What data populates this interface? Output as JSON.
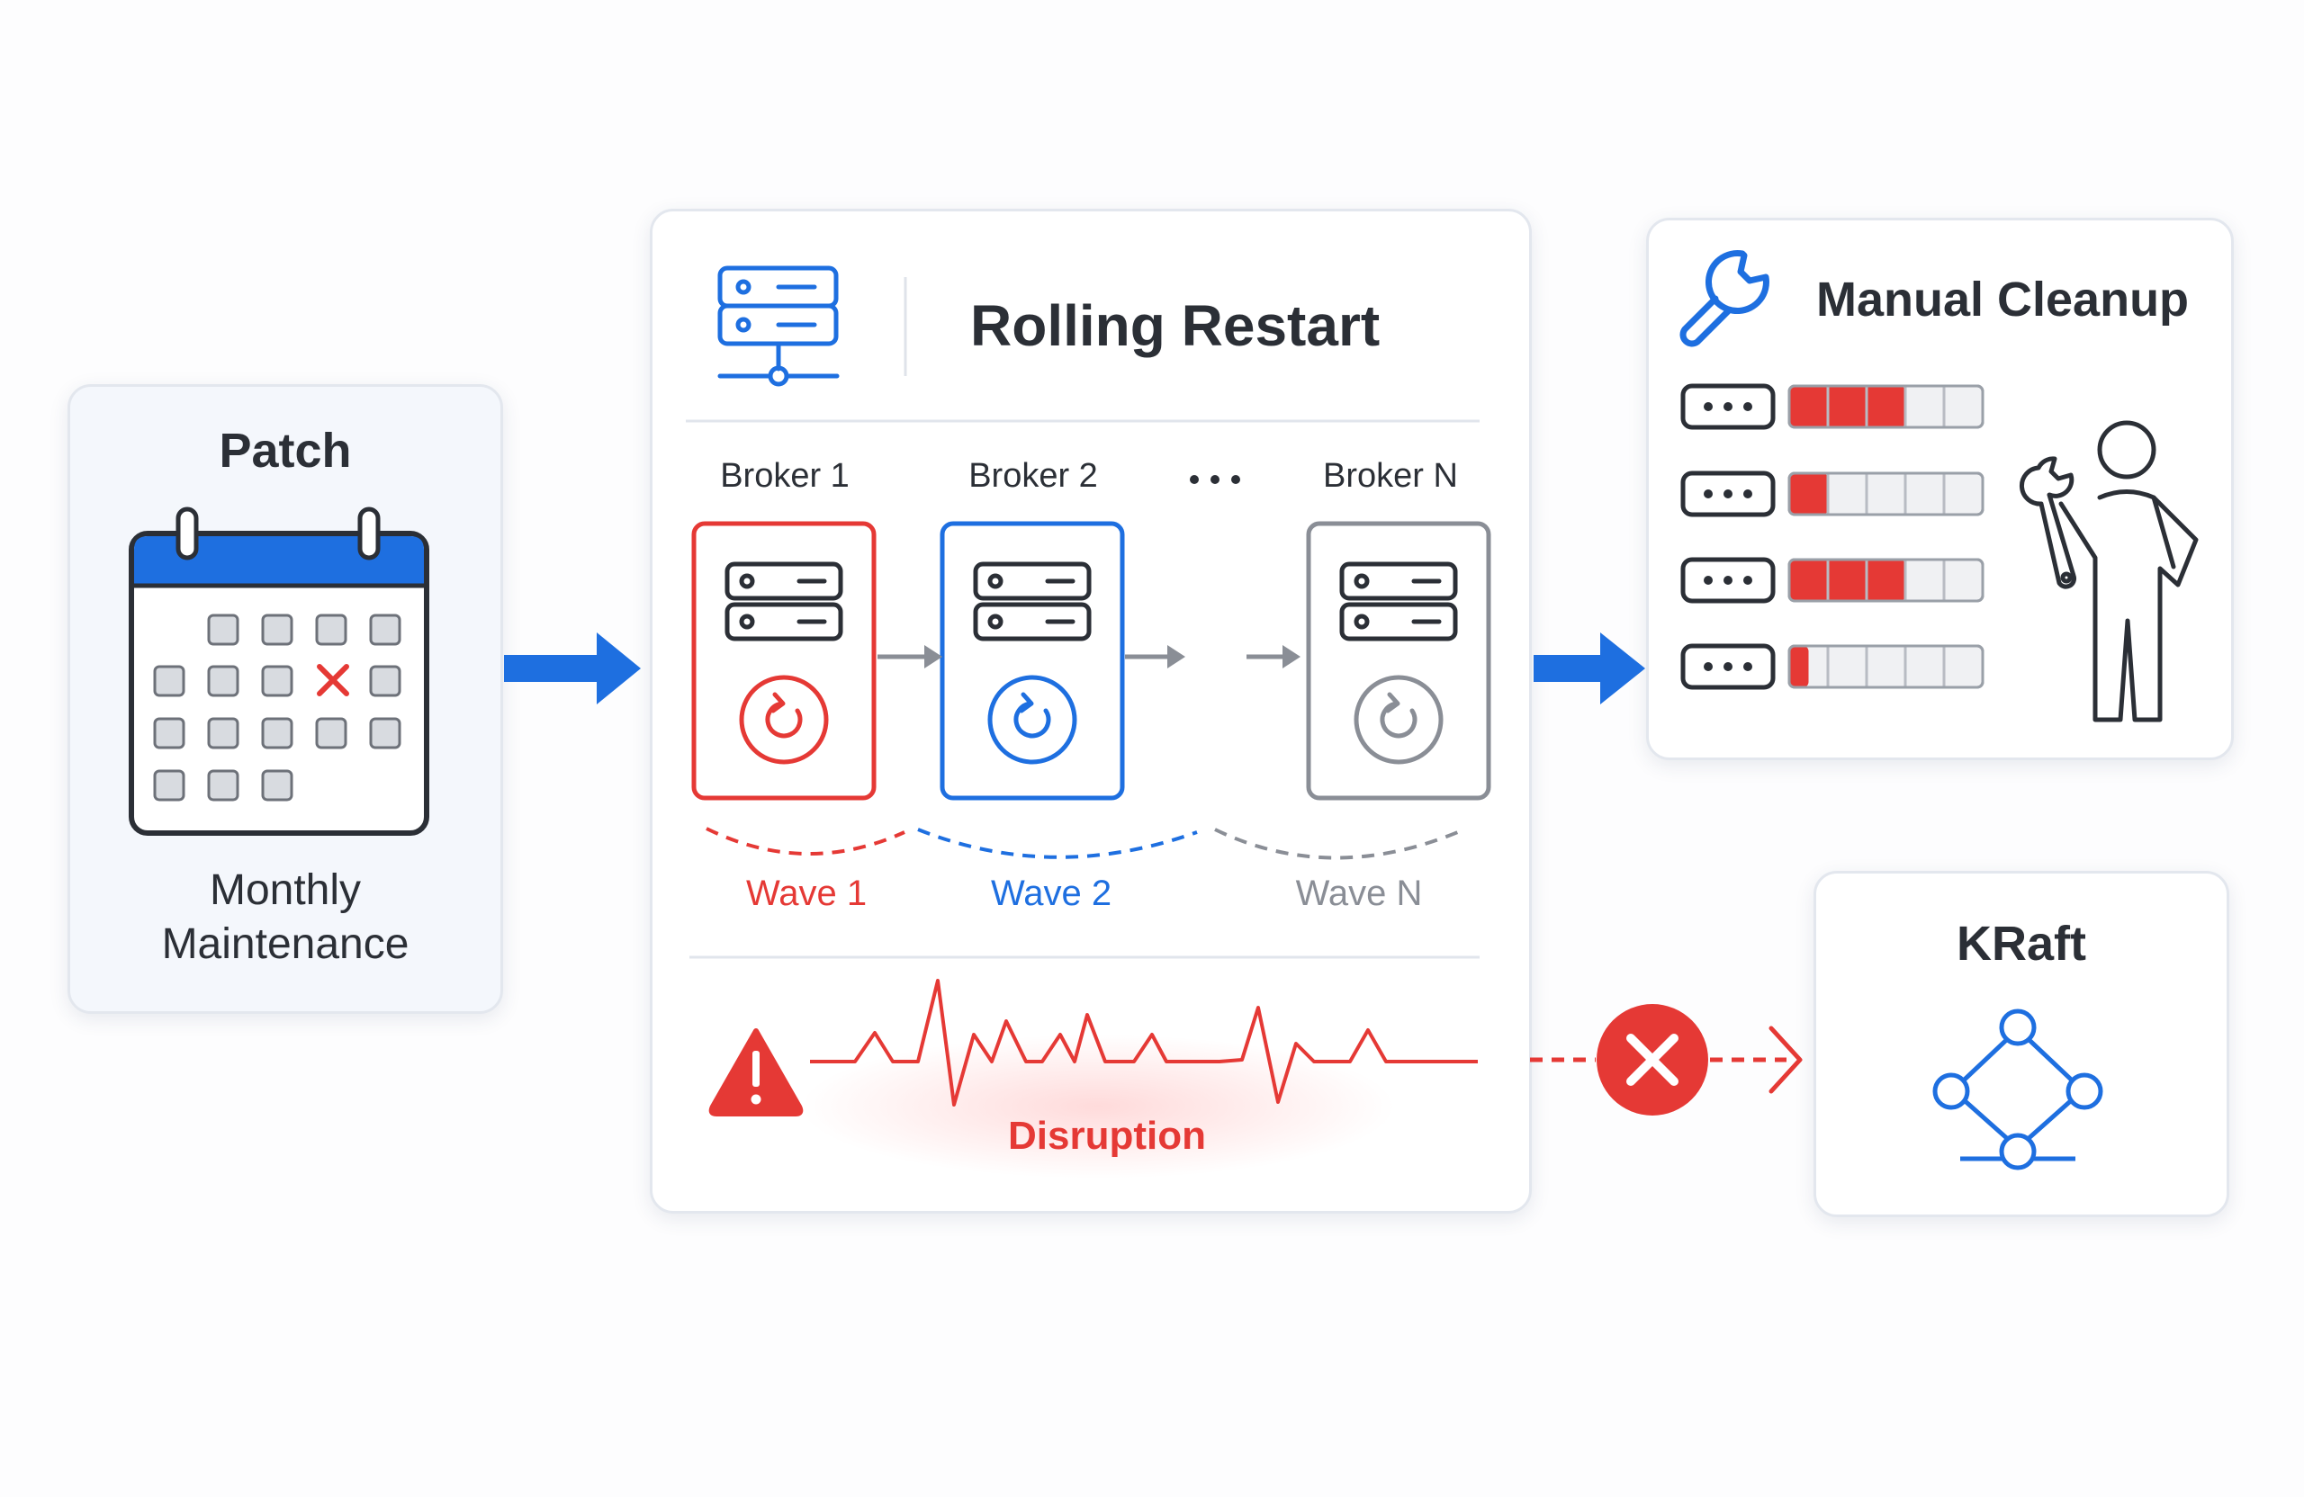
{
  "patch": {
    "title": "Patch",
    "subtitle": "Monthly\nMaintenance"
  },
  "rolling_restart": {
    "title": "Rolling Restart",
    "brokers": [
      {
        "label": "Broker 1",
        "state": "red"
      },
      {
        "label": "Broker 2",
        "state": "blue"
      },
      {
        "label": "Broker N",
        "state": "gray"
      }
    ],
    "ellipsis": "•••",
    "waves": [
      "Wave 1",
      "Wave 2",
      "Wave N"
    ],
    "disruption_label": "Disruption"
  },
  "manual_cleanup": {
    "title": "Manual Cleanup",
    "progress_rows": [
      0.6,
      0.2,
      0.6,
      0.1
    ]
  },
  "kraft": {
    "title": "KRaft"
  },
  "colors": {
    "blue": "#1e6fe0",
    "red": "#e53935",
    "gray": "#8a8e96",
    "dark": "#2b2f36"
  },
  "icons": [
    "calendar-icon",
    "server-network-icon",
    "server-icon",
    "restart-icon",
    "warning-icon",
    "wrench-icon",
    "person-with-wrench-icon",
    "x-circle-icon",
    "graph-network-icon",
    "ellipsis-icon"
  ]
}
